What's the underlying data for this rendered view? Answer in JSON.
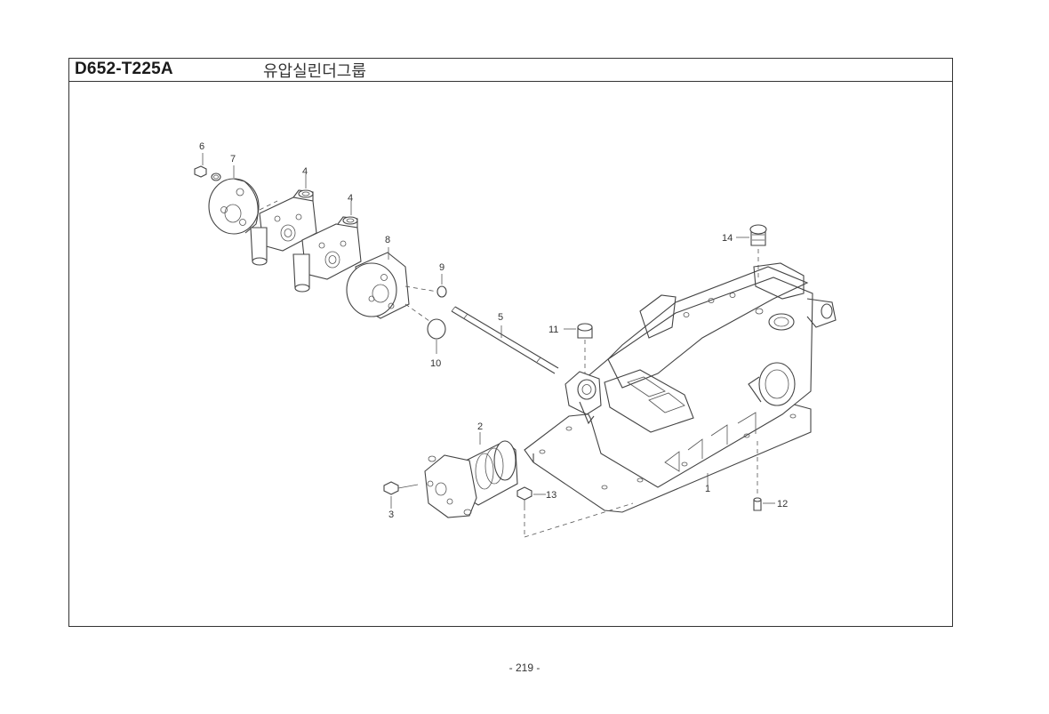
{
  "header": {
    "doc_code": "D652-T225A",
    "title": "유압실린더그룹"
  },
  "callouts": [
    {
      "id": "1",
      "label": "1"
    },
    {
      "id": "2",
      "label": "2"
    },
    {
      "id": "3",
      "label": "3"
    },
    {
      "id": "4a",
      "label": "4"
    },
    {
      "id": "4b",
      "label": "4"
    },
    {
      "id": "5",
      "label": "5"
    },
    {
      "id": "6",
      "label": "6"
    },
    {
      "id": "7",
      "label": "7"
    },
    {
      "id": "8",
      "label": "8"
    },
    {
      "id": "9",
      "label": "9"
    },
    {
      "id": "10",
      "label": "10"
    },
    {
      "id": "11",
      "label": "11"
    },
    {
      "id": "12",
      "label": "12"
    },
    {
      "id": "13",
      "label": "13"
    },
    {
      "id": "14",
      "label": "14"
    }
  ],
  "footer": {
    "page_number": "- 219 -"
  }
}
